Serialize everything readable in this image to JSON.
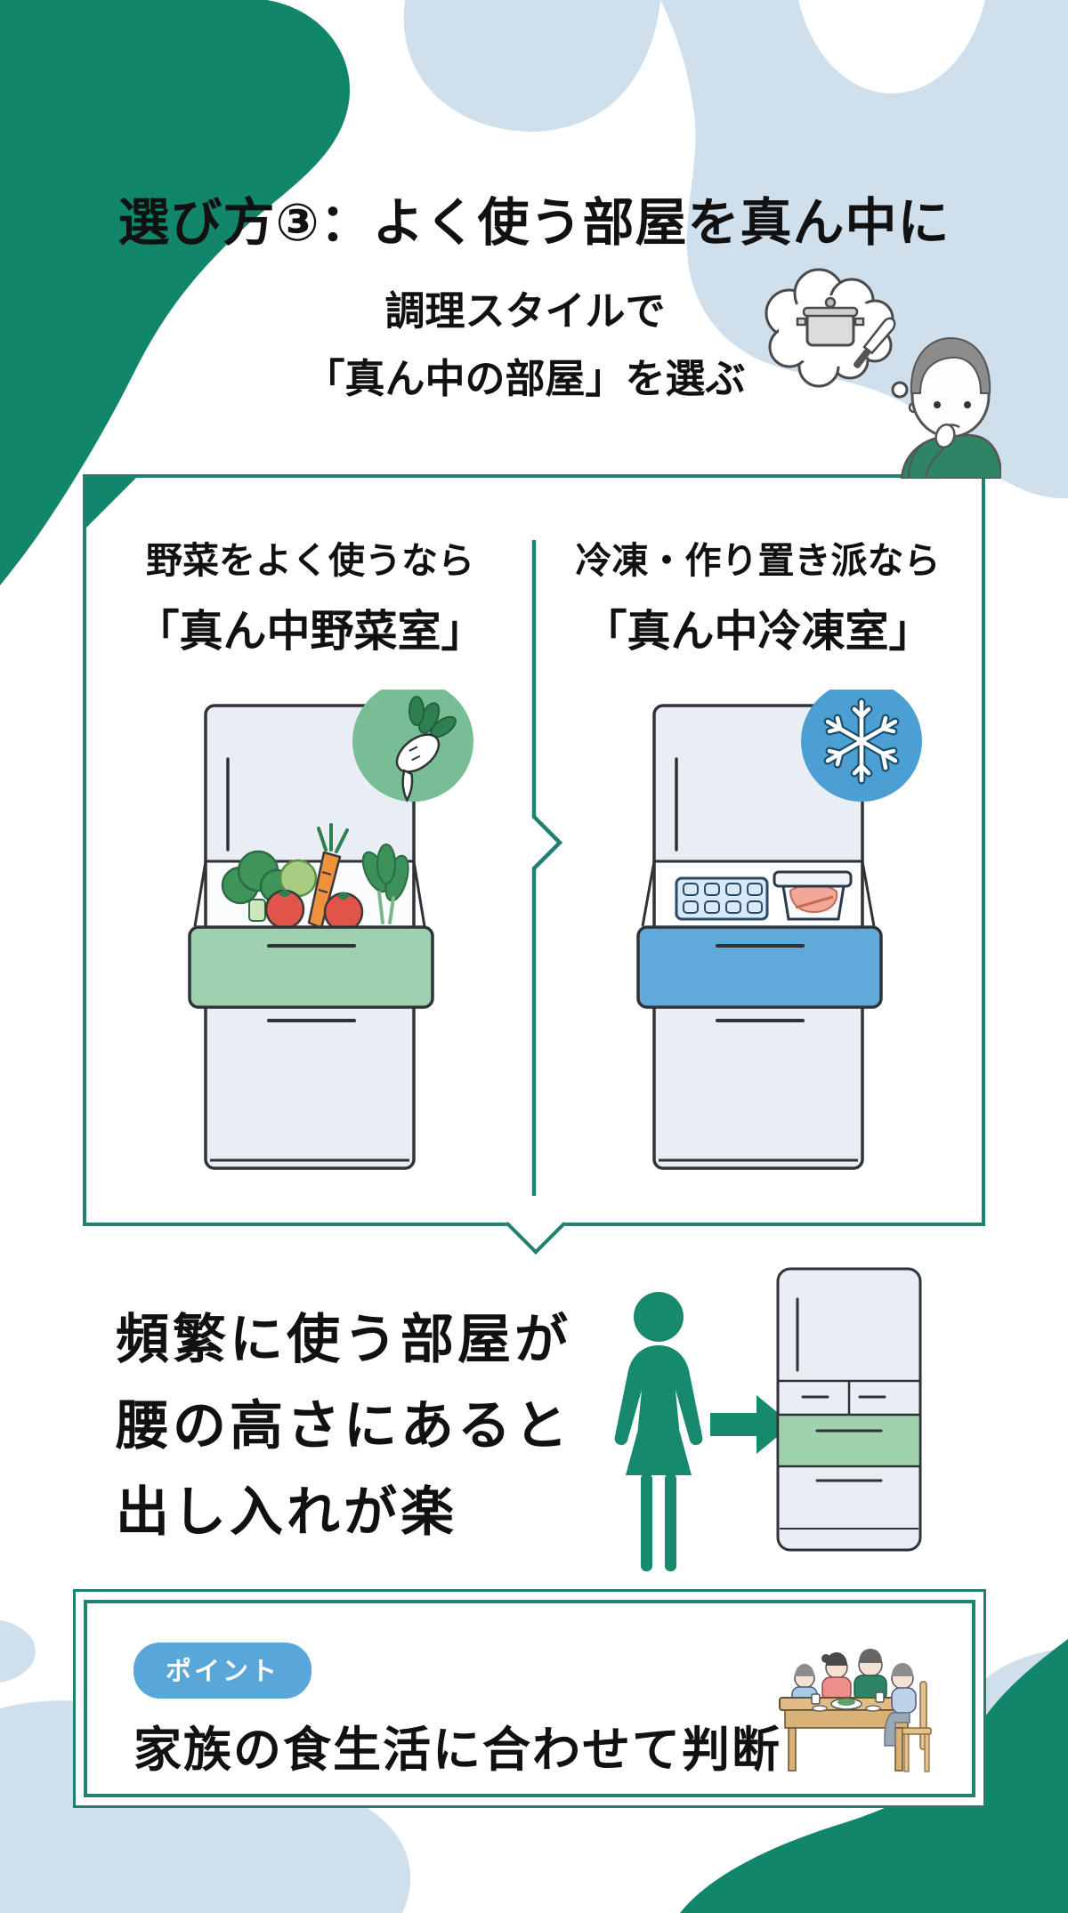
{
  "infographic": {
    "title": "選び方③：よく使う部屋を真ん中に",
    "subtitle": {
      "line1": "調理スタイルで",
      "line2": "「真ん中の部屋」を選ぶ"
    }
  },
  "comparison_panel": {
    "left": {
      "heading_line1": "野菜をよく使うなら",
      "heading_line2": "「真ん中野菜室」",
      "icon": "radish-icon",
      "drawer": "middle-vegetable-drawer"
    },
    "right": {
      "heading_line1": "冷凍・作り置き派なら",
      "heading_line2": "「真ん中冷凍室」",
      "icon": "snowflake-icon",
      "drawer": "middle-freezer-drawer"
    }
  },
  "benefit_section": {
    "line1": "頻繁に使う部屋が",
    "line2": "腰の高さにあると",
    "line3": "出し入れが楽"
  },
  "point_section": {
    "badge": "ポイント",
    "text": "家族の食生活に合わせて判断"
  },
  "colors": {
    "brand_green": "#12866B",
    "border_green": "#1F8170",
    "light_blue": "#CFDFEC",
    "vegetable_drawer_green": "#9ECFAE",
    "vegetable_badge_green": "#77BD96",
    "freezer_drawer_blue": "#5FA9DB",
    "freezer_badge_blue": "#4C9FD3",
    "point_badge_blue": "#58A7D8",
    "fridge_body": "#E9EEF5",
    "text_black": "#1A1A1A"
  },
  "icons": [
    "thought-bubble-icon",
    "pot-icon",
    "knife-icon",
    "radish-icon",
    "snowflake-icon",
    "woman-pictogram-icon",
    "right-arrow-icon",
    "fridge-icon",
    "family-dinner-icon"
  ]
}
